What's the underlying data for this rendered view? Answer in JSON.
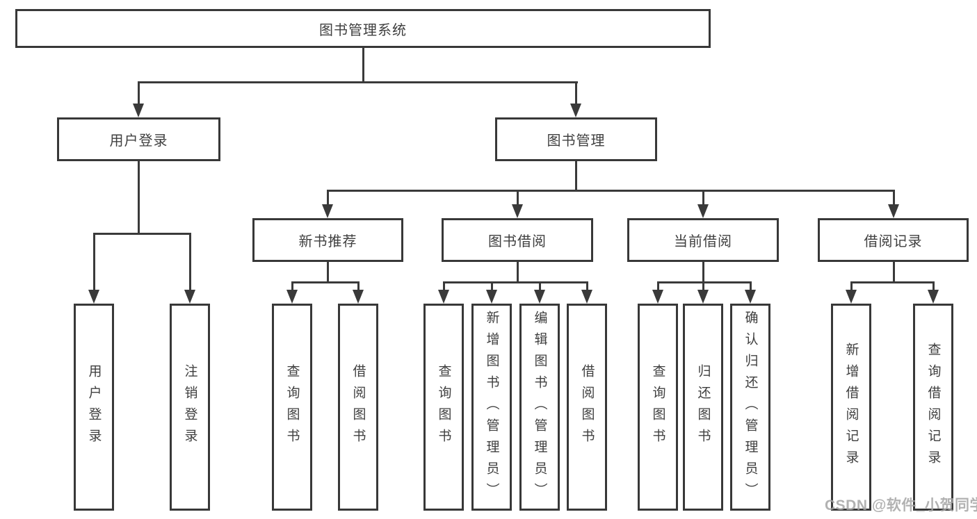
{
  "tree": {
    "root": {
      "label": "图书管理系统"
    },
    "branches": [
      {
        "label": "用户登录",
        "children": [
          {
            "label": "用户登录"
          },
          {
            "label": "注销登录"
          }
        ]
      },
      {
        "label": "图书管理",
        "children": [
          {
            "label": "新书推荐",
            "children": [
              {
                "label": "查询图书"
              },
              {
                "label": "借阅图书"
              }
            ]
          },
          {
            "label": "图书借阅",
            "children": [
              {
                "label": "查询图书"
              },
              {
                "label": "新增图书（管理员）"
              },
              {
                "label": "编辑图书（管理员）"
              },
              {
                "label": "借阅图书"
              }
            ]
          },
          {
            "label": "当前借阅",
            "children": [
              {
                "label": "查询图书"
              },
              {
                "label": "归还图书"
              },
              {
                "label": "确认归还（管理员）"
              }
            ]
          },
          {
            "label": "借阅记录",
            "children": [
              {
                "label": "新增借阅记录"
              },
              {
                "label": "查询借阅记录"
              }
            ]
          }
        ]
      }
    ]
  },
  "watermark": {
    "text": "CSDN @软件_小贺同学"
  },
  "colors": {
    "line": "#3a3a3a",
    "text": "#3f3f3f",
    "watermark": "#a4a4a4",
    "background": "#ffffff"
  }
}
